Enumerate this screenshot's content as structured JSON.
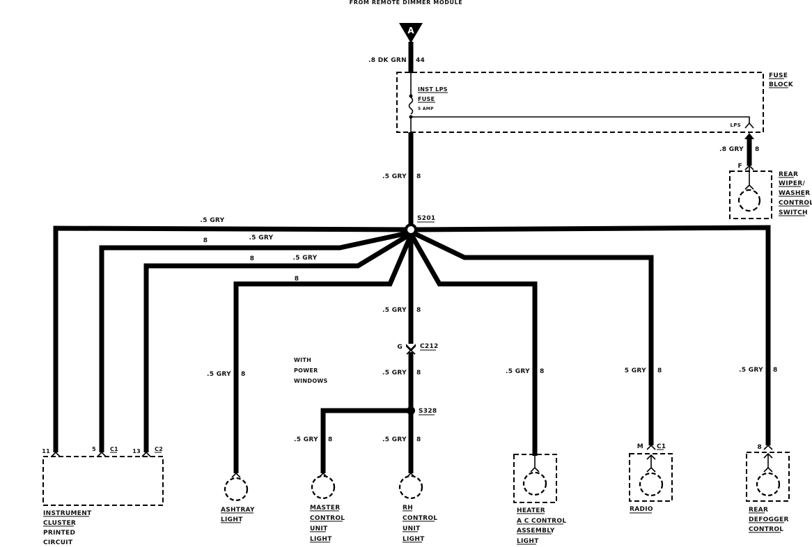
{
  "diagram": {
    "title": "FROM REMOTE DIMMER MODULE",
    "source_connector": "A",
    "feed_wire": {
      "gauge_color": ".8 DK GRN",
      "circuit": "44"
    },
    "fuse_block": {
      "name_lines": [
        "FUSE",
        "BLOCK"
      ],
      "fuse_lines": [
        "INST LPS",
        "FUSE",
        "5 AMP"
      ],
      "terminal": "LPS"
    },
    "rear_wiper_wire": {
      "gauge_color": ".8 GRY",
      "circuit": "8",
      "pin": "F"
    },
    "rear_wiper_switch": [
      "REAR",
      "WIPER/",
      "WASHER",
      "CONTROL",
      "SWITCH"
    ],
    "trunk_wire": {
      "gauge_color": ".5 GRY",
      "circuit": "8"
    },
    "splice_main": "S201",
    "splice_secondary": "S328",
    "connector_c212": {
      "name": "C212",
      "pin": "G"
    },
    "note": [
      "WITH",
      "POWER",
      "WINDOWS"
    ],
    "branch_labels": [
      {
        "gauge_color": ".5 GRY",
        "circuit": "8"
      },
      {
        "gauge_color": ".5 GRY",
        "circuit": "8"
      },
      {
        "gauge_color": ".5 GRY",
        "circuit": "8"
      }
    ],
    "cluster": {
      "name_lines": [
        "INSTRUMENT",
        "CLUSTER",
        "PRINTED",
        "CIRCUIT"
      ],
      "pins": [
        {
          "pin": "11",
          "conn": ""
        },
        {
          "pin": "5",
          "conn": "C1"
        },
        {
          "pin": "13",
          "conn": "C2"
        }
      ]
    },
    "ashtray": {
      "wire": ".5 GRY",
      "circuit": "8",
      "name_lines": [
        "ASHTRAY",
        "LIGHT"
      ]
    },
    "c212_lower_wire": {
      "gauge_color": ".5 GRY",
      "circuit": "8"
    },
    "c212_upper_wire": {
      "gauge_color": ".5 GRY",
      "circuit": "8"
    },
    "master": {
      "wire": ".5 GRY",
      "circuit": "8",
      "name_lines": [
        "MASTER",
        "CONTROL",
        "UNIT",
        "LIGHT"
      ]
    },
    "rh": {
      "wire": ".5 GRY",
      "circuit": "8",
      "name_lines": [
        "RH",
        "CONTROL",
        "UNIT",
        "LIGHT"
      ]
    },
    "heater": {
      "wire": ".5 GRY",
      "circuit": "8",
      "name_lines": [
        "HEATER",
        "A C CONTROL",
        "ASSEMBLY",
        "LIGHT"
      ]
    },
    "radio": {
      "wire": "5 GRY",
      "circuit": "8",
      "pin": "M",
      "conn": "C1",
      "name_lines": [
        "RADIO"
      ]
    },
    "defogger": {
      "wire": ".5 GRY",
      "circuit": "8",
      "pin": "8",
      "name_lines": [
        "REAR",
        "DEFOGGER",
        "CONTROL"
      ]
    }
  }
}
